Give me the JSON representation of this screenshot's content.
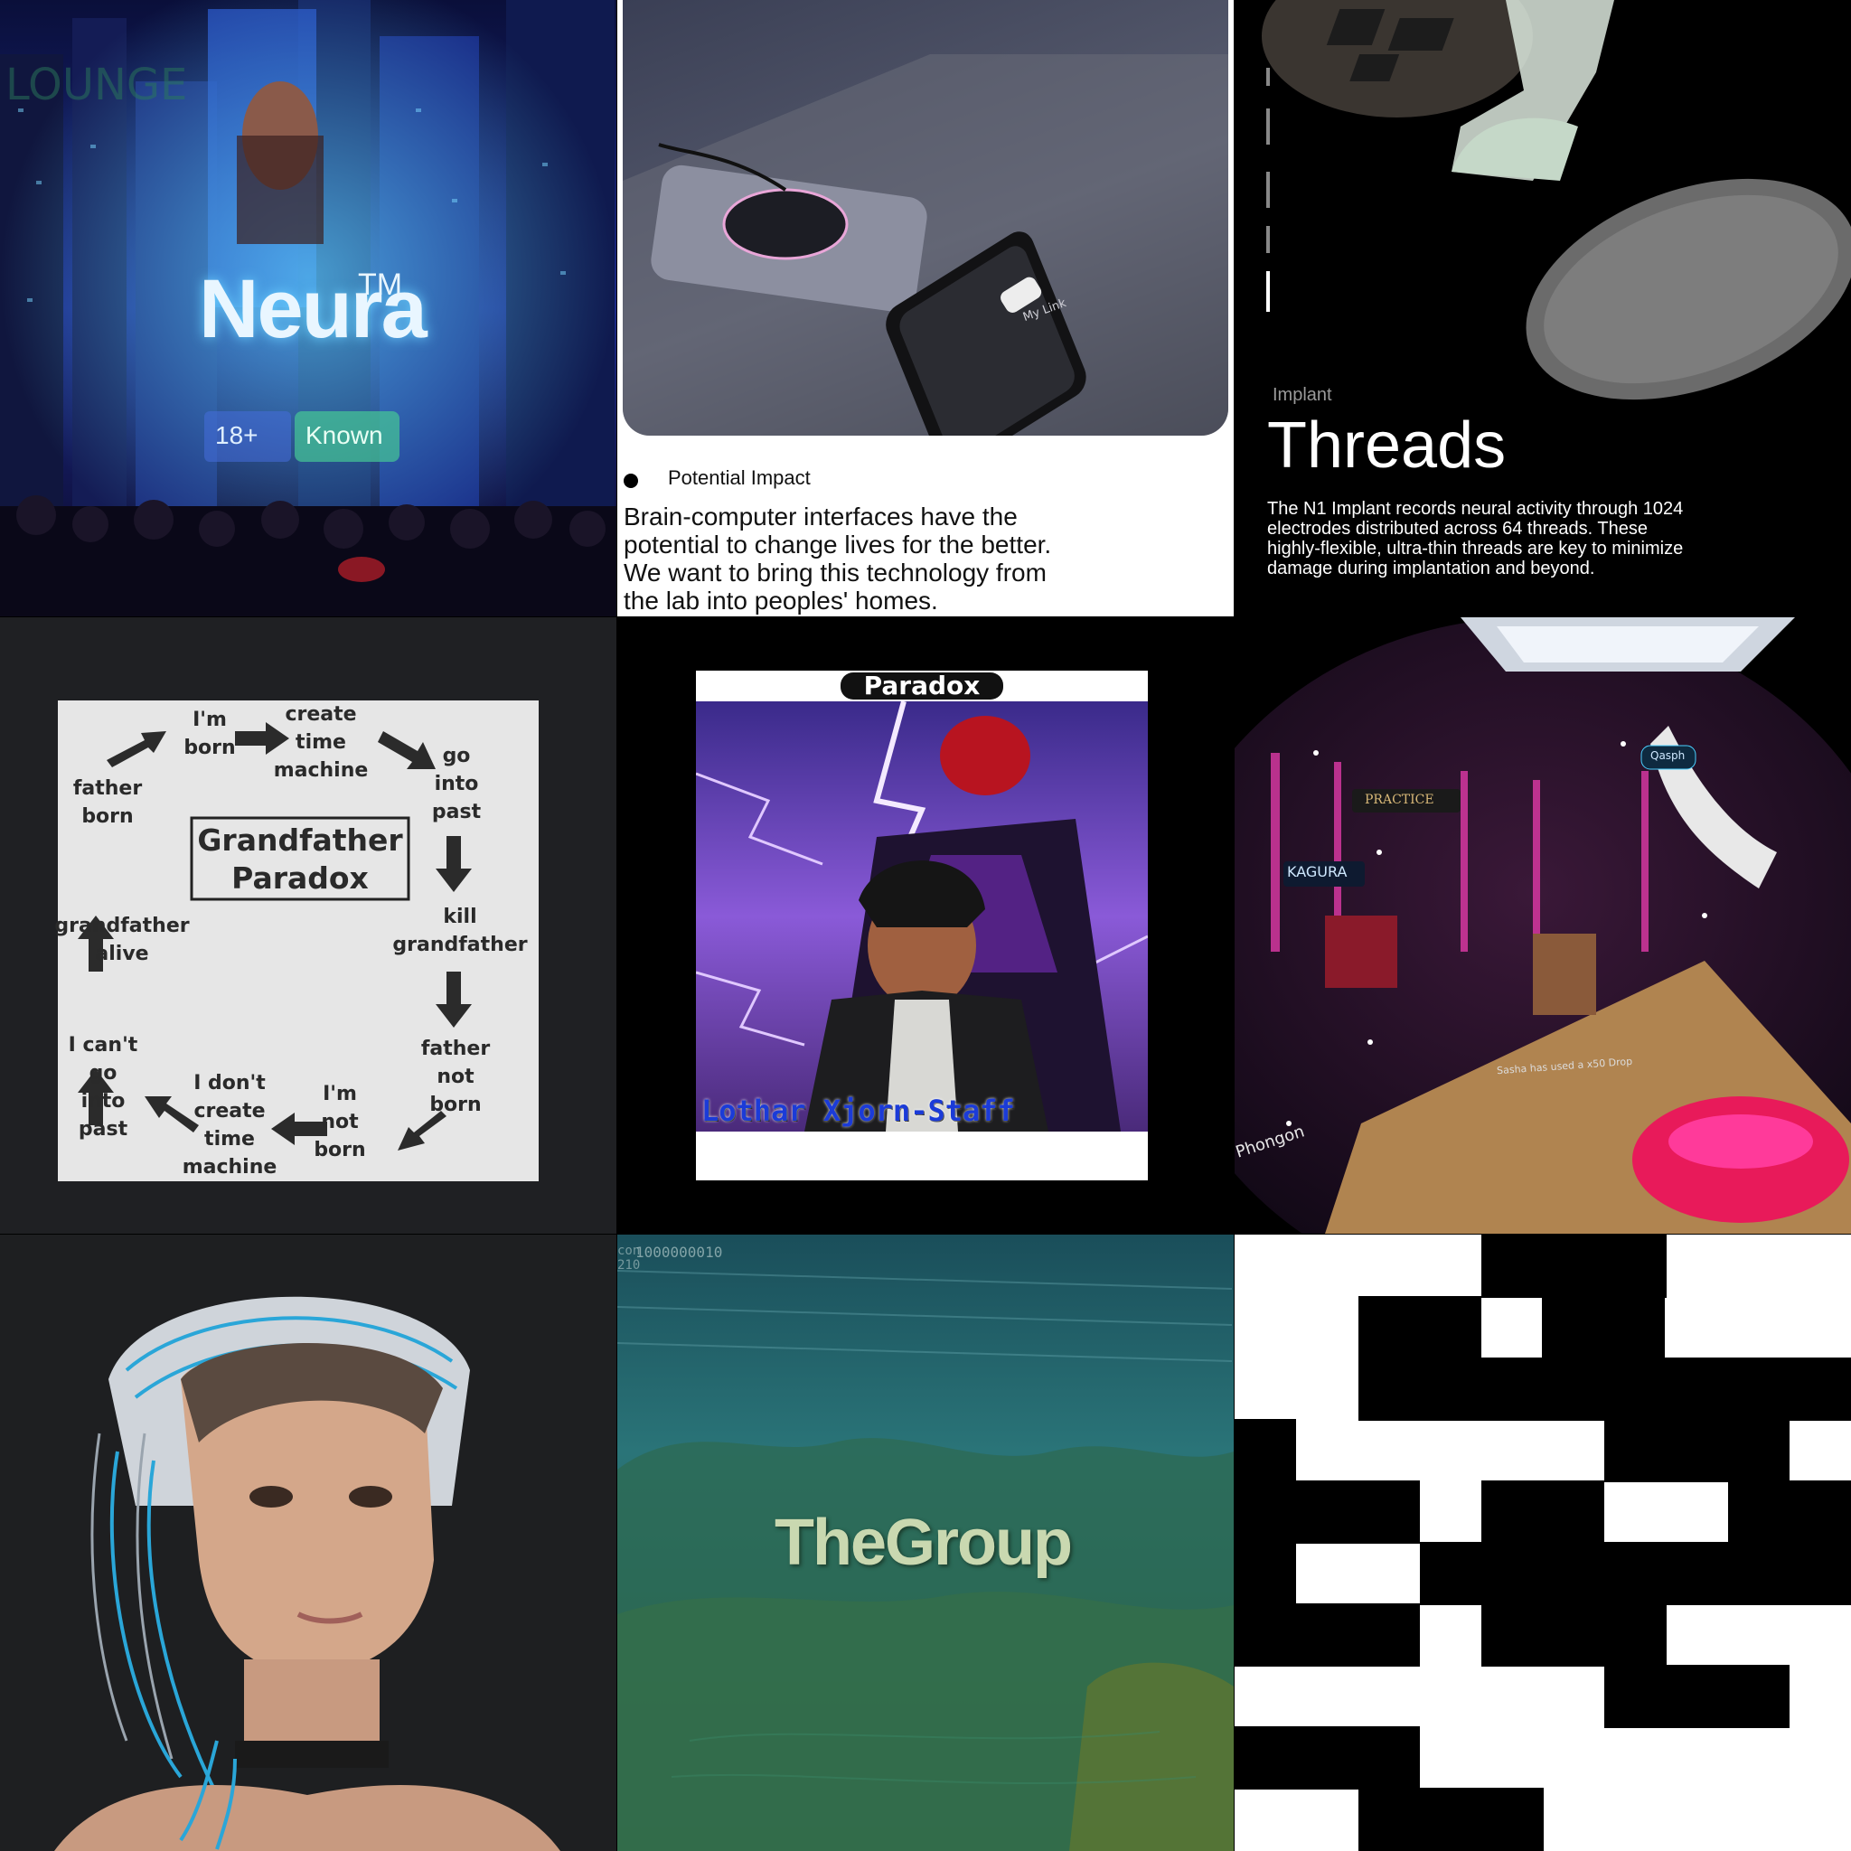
{
  "tiles": {
    "neura": {
      "logo_text": "Neura",
      "tm": "TM",
      "badge_age": "18+",
      "badge_known": "Known",
      "corner_text": "LOUNGE"
    },
    "impact": {
      "phone_label": "My Link",
      "section_label": "Potential Impact",
      "body_lines": [
        "Brain-computer interfaces have the",
        "potential to change lives for the better.",
        "We want to bring this technology from",
        "the lab into peoples' homes."
      ]
    },
    "threads": {
      "label": "Implant",
      "title": "Threads",
      "body_lines": [
        "The N1 Implant records neural activity through 1024",
        "electrodes distributed across 64 threads. These",
        "highly-flexible, ultra-thin threads are key to minimize",
        "damage during implantation and beyond."
      ]
    },
    "paradox_diagram": {
      "center_line1": "Grandfather",
      "center_line2": "Paradox",
      "nodes": {
        "im_born": [
          "I'm",
          "born"
        ],
        "create_time_machine": [
          "create",
          "time",
          "machine"
        ],
        "go_into_past": [
          "go",
          "into",
          "past"
        ],
        "kill_grandfather": [
          "kill",
          "grandfather"
        ],
        "father_not_born": [
          "father",
          "not",
          "born"
        ],
        "im_not_born": [
          "I'm",
          "not",
          "born"
        ],
        "i_dont_create": [
          "I don't",
          "create",
          "time",
          "machine"
        ],
        "i_cant_go": [
          "I can't",
          "go",
          "into",
          "past"
        ],
        "grandfather_alive": [
          "grandfather",
          "alive"
        ],
        "father_born": [
          "father",
          "born"
        ]
      }
    },
    "paradox_poster": {
      "header": "Paradox",
      "name": "Lothar Xjorn-Staff"
    },
    "vr_scene": {
      "signs": [
        "KAGURA",
        "PRACTICE",
        "Phongon",
        "Qasph"
      ],
      "chat_line": "Sasha has used a x50 Drop"
    },
    "thegroup": {
      "logo": "TheGroup",
      "top_text": "1000000010",
      "corner_text": "con 210"
    }
  }
}
